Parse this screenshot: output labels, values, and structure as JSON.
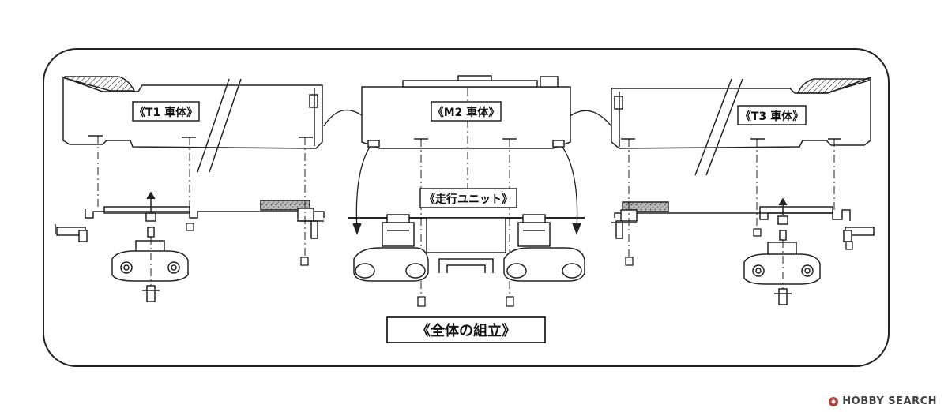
{
  "labels": {
    "t1": "《T1 車体》",
    "m2": "《M2 車体》",
    "unit": "《走行ユニット》",
    "t3": "《T3 車体》",
    "title": "《全体の組立》"
  },
  "watermark": {
    "brand": "HOBBY SEARCH",
    "logo_color": "#b5403a"
  }
}
